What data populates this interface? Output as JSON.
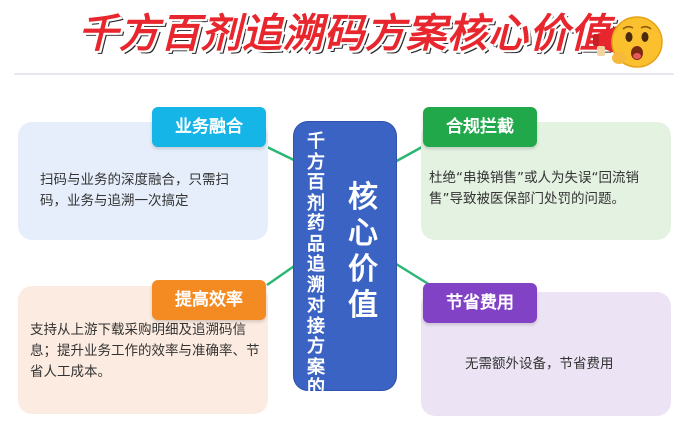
{
  "title": "千方百剂追溯码方案核心价值",
  "center": {
    "left_text": "千方百剂药品追溯对接方案的",
    "right_text": "核心价值"
  },
  "cards": {
    "top_left": {
      "heading": "业务融合",
      "body": "扫码与业务的深度融合，只需扫码，业务与追溯一次搞定"
    },
    "top_right": {
      "heading": "合规拦截",
      "body": "杜绝“串换销售”或人为失误“回流销售”导致被医保部门处罚的问题。"
    },
    "bottom_left": {
      "heading": "提高效率",
      "body": "支持从上游下载采购明细及追溯码信息；提升业务工作的效率与准确率、节省人工成本。"
    },
    "bottom_right": {
      "heading": "节省费用",
      "body": "无需额外设备，节省费用"
    }
  },
  "colors": {
    "title_red": "#e8262d",
    "center_blue": "#3a63c4",
    "connector_green": "#2bb673",
    "blue_card": "#e6eefb",
    "green_card": "#e4f2e2",
    "peach_card": "#fcebe0",
    "lavender_card": "#ece4f5",
    "cyan_pill": "#15b5e8",
    "green_pill": "#20a84a",
    "orange_pill": "#f48a22",
    "purple_pill": "#8142c5"
  },
  "icons": [
    "megaphone-emoji-icon"
  ]
}
